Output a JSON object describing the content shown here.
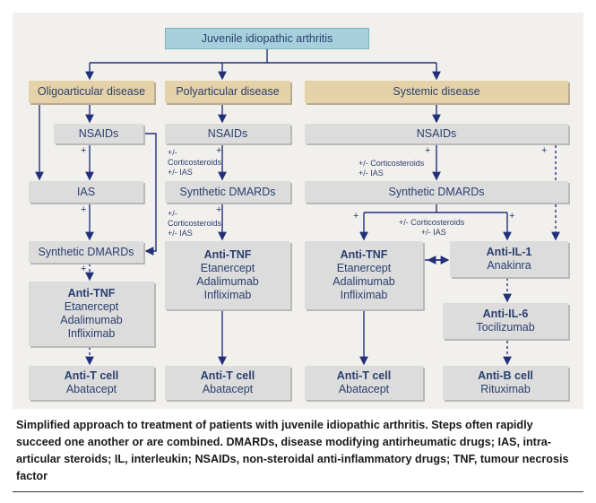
{
  "root": "Juvenile idiopathic arthritis",
  "columns": {
    "oligo": "Oligoarticular disease",
    "poly": "Polyarticular disease",
    "sys": "Systemic disease"
  },
  "oligo": {
    "nsaids": "NSAIDs",
    "ias": "IAS",
    "dmards": "Synthetic DMARDs",
    "antitnf": {
      "title": "Anti-TNF",
      "items": [
        "Etanercept",
        "Adalimumab",
        "Infliximab"
      ]
    },
    "antit": {
      "title": "Anti-T cell",
      "item": "Abatacept"
    }
  },
  "poly": {
    "nsaids": "NSAIDs",
    "dmards": "Synthetic DMARDs",
    "antitnf": {
      "title": "Anti-TNF",
      "items": [
        "Etanercept",
        "Adalimumab",
        "Infliximab"
      ]
    },
    "antit": {
      "title": "Anti-T cell",
      "item": "Abatacept"
    }
  },
  "sys": {
    "nsaids": "NSAIDs",
    "dmards": "Synthetic DMARDs",
    "antitnf": {
      "title": "Anti-TNF",
      "items": [
        "Etanercept",
        "Adalimumab",
        "Infliximab"
      ]
    },
    "antiil1": {
      "title": "Anti-IL-1",
      "item": "Anakinra"
    },
    "antiil6": {
      "title": "Anti-IL-6",
      "item": "Tocilizumab"
    },
    "antit": {
      "title": "Anti-T cell",
      "item": "Abatacept"
    },
    "antib": {
      "title": "Anti-B cell",
      "item": "Rituximab"
    }
  },
  "labels": {
    "plus": "+",
    "pm_cortico": "+/-",
    "cortico": "Corticosteroids",
    "pm_ias": "+/- IAS",
    "cortico_inline": "+/- Corticosteroids",
    "sys_pm_cortico": "+/- Corticosteroids",
    "sys_pm_ias": "+/- IAS"
  },
  "caption": "Simplified approach to treatment of patients with juvenile idiopathic arthritis. Steps often rapidly succeed one another or are combined. DMARDs, disease modifying antirheumatic drugs; IAS, intra-articular steroids; IL, interleukin; NSAIDs, non-steroidal anti-inflammatory drugs; TNF, tumour necrosis factor",
  "colors": {
    "navy": "#22307a",
    "panel": "#f2f0ec",
    "tan": "#e6d2a8",
    "blue": "#a8d0dc",
    "grey": "#dcdcdc"
  }
}
